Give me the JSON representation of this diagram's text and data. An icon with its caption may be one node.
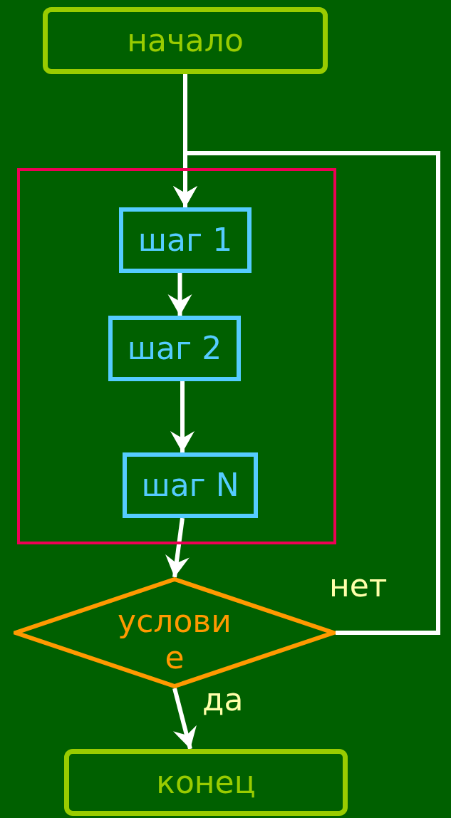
{
  "diagram": {
    "nodes": [
      {
        "text": [
          "начало"
        ]
      },
      {
        "text": [],
        "shape": "box"
      },
      {
        "text": [
          "шаг 1"
        ],
        "in": 1
      },
      {
        "text": [
          "шаг 2"
        ],
        "in": 1
      },
      {
        "text": [
          "шаг N"
        ],
        "in": 1
      },
      {
        "text": [
          "условие"
        ]
      },
      {
        "text": [
          "конец"
        ]
      }
    ],
    "edges": [
      {
        "from": 0,
        "to": 2,
        "arrow": "to"
      },
      {
        "from": 2,
        "to": 3,
        "arrow": "to"
      },
      {
        "from": 3,
        "to": 4,
        "arrow": "to"
      },
      {
        "from": 4,
        "to": 5,
        "arrow": "to"
      },
      {
        "from": 5,
        "to": 2,
        "arrow": "to",
        "label": "нет"
      },
      {
        "from": 5,
        "to": 6,
        "arrow": "to",
        "label": "да"
      }
    ]
  }
}
